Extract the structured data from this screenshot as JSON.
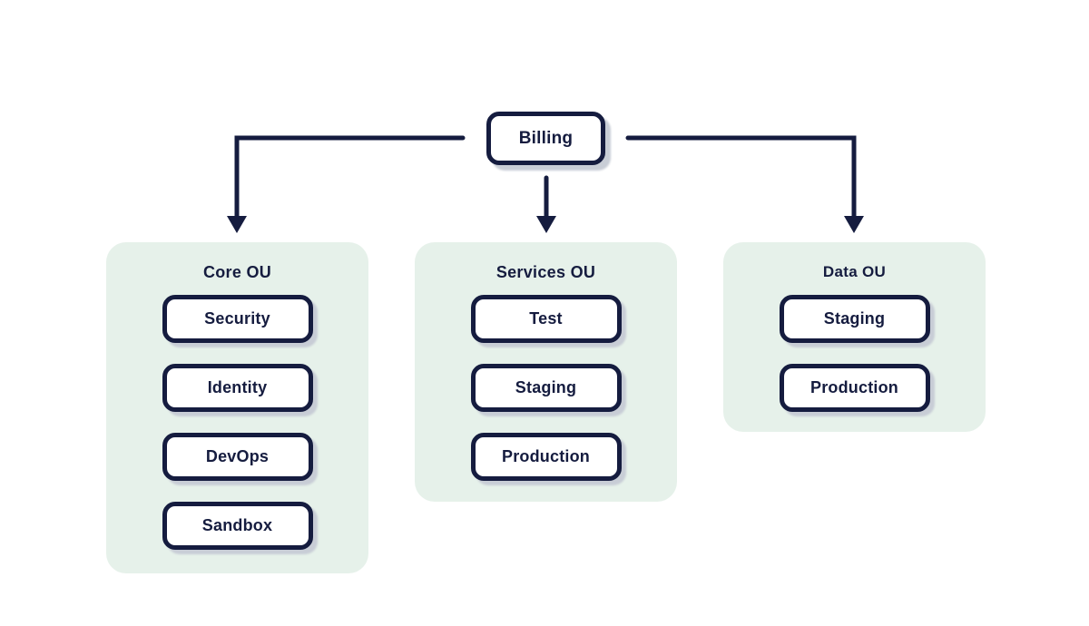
{
  "root": {
    "label": "Billing"
  },
  "panels": [
    {
      "title": "Core OU",
      "items": [
        "Security",
        "Identity",
        "DevOps",
        "Sandbox"
      ]
    },
    {
      "title": "Services OU",
      "items": [
        "Test",
        "Staging",
        "Production"
      ]
    },
    {
      "title": "Data OU",
      "items": [
        "Staging",
        "Production"
      ]
    }
  ],
  "colors": {
    "ink": "#151c3f",
    "panel_bg": "#e6f1ea",
    "box_bg": "#ffffff",
    "shadow": "#c8cdd6",
    "page_bg": "#ffffff"
  }
}
